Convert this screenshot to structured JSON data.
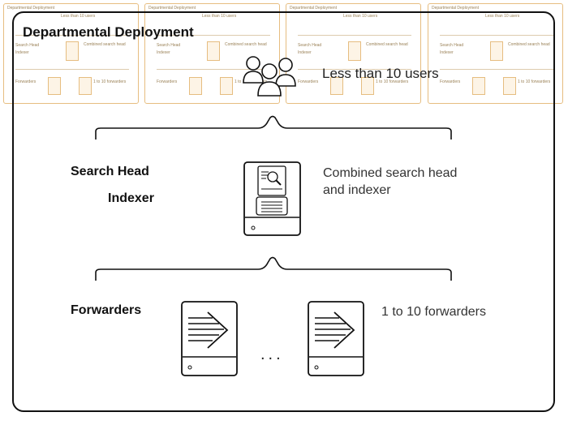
{
  "diagram": {
    "title": "Departmental Deployment",
    "users_label": "Less than 10 users",
    "search_head_tier": {
      "label_line1": "Search Head",
      "label_line2": "Indexer",
      "note_line1": "Combined search head",
      "note_line2": "and indexer"
    },
    "forwarder_tier": {
      "label": "Forwarders",
      "note": "1 to 10 forwarders",
      "ellipsis": "..."
    },
    "icons": [
      "users-icon",
      "search-server-icon",
      "forwarder-icon",
      "forwarder-icon"
    ],
    "colors": {
      "stroke": "#111111",
      "thumbnail_border": "#e2b26a"
    }
  }
}
